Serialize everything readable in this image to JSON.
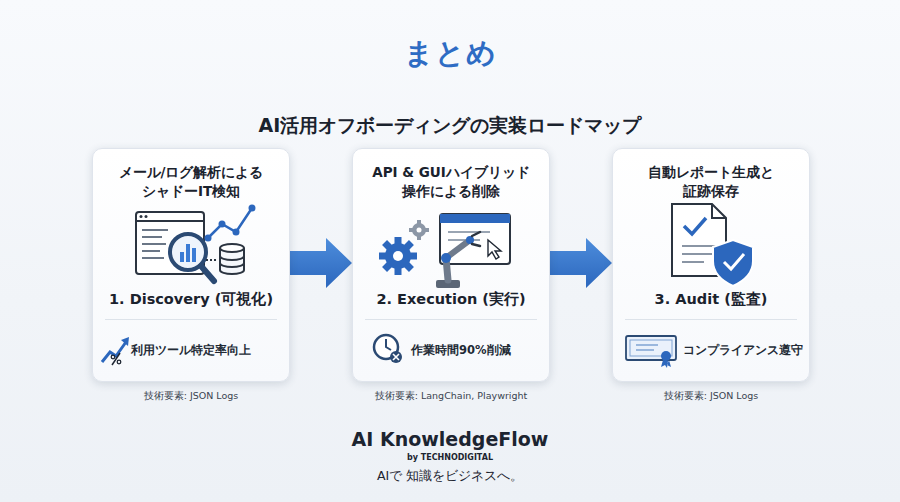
{
  "diagram": {
    "title": "まとめ",
    "nodes": [
      {
        "text": [
          "メール/ログ解析による シャドーIT検知",
          "1. Discovery (可視化)",
          "利用ツール特定率向上"
        ]
      },
      {
        "text": [
          "API & GUIハイブリッド 操作による削除",
          "2. Execution (実行)",
          "作業時間90%削減"
        ]
      },
      {
        "text": [
          "自動レポート生成と 証跡保存",
          "3. Audit (監査)",
          "コンプライアンス遵守"
        ]
      }
    ],
    "edges": [
      {
        "from": 0,
        "to": 1,
        "arrow": "to"
      },
      {
        "from": 1,
        "to": 2,
        "arrow": "to"
      }
    ],
    "labels": [
      "AI活用オフボーディングの実装ロードマップ",
      "技術要素: JSON Logs",
      "技術要素: LangChain, Playwright",
      "技術要素: JSON Logs",
      "AI KnowledgeFlow",
      "by TECHNODIGITAL",
      "AIで 知識をビジネスへ。"
    ]
  }
}
